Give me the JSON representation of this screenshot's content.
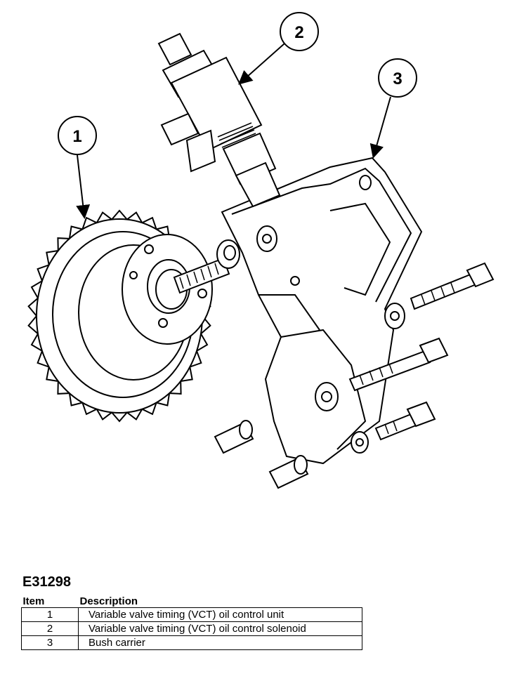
{
  "figure": {
    "code": "E31298",
    "callouts": [
      {
        "number": "1",
        "target": "Variable valve timing (VCT) oil control unit"
      },
      {
        "number": "2",
        "target": "Variable valve timing (VCT) oil control solenoid"
      },
      {
        "number": "3",
        "target": "Bush carrier"
      }
    ]
  },
  "legend": {
    "headers": {
      "item": "Item",
      "description": "Description"
    },
    "rows": [
      {
        "item": "1",
        "description": "Variable valve timing (VCT) oil control unit"
      },
      {
        "item": "2",
        "description": "Variable valve timing (VCT) oil control solenoid"
      },
      {
        "item": "3",
        "description": "Bush carrier"
      }
    ]
  }
}
